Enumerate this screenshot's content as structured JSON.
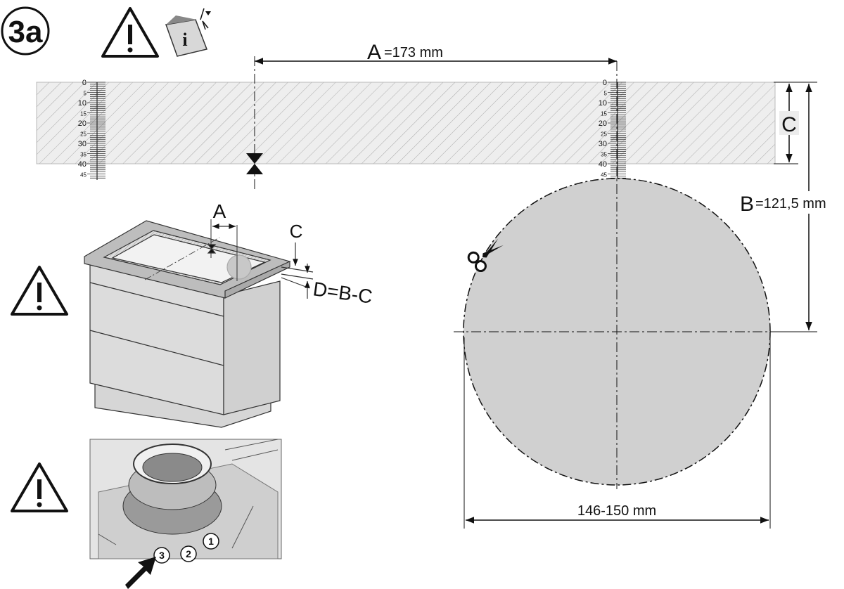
{
  "step_badge": "3a",
  "dimension_a": {
    "letter": "A",
    "value": "=173 mm"
  },
  "dimension_b": {
    "letter": "B",
    "value": "=121,5 mm"
  },
  "dimension_c": {
    "letter": "C"
  },
  "cutout_diameter": "146-150 mm",
  "cabinet": {
    "label_a": "A",
    "label_c": "C",
    "formula": "D=B-C"
  },
  "ruler_ticks": [
    "0",
    "5",
    "10",
    "15",
    "20",
    "25",
    "30",
    "35",
    "40",
    "45"
  ],
  "callouts": [
    "1",
    "2",
    "3"
  ],
  "icons": [
    "warning-icon",
    "manual-info-icon",
    "scissors-icon",
    "arrow-icon"
  ],
  "colors": {
    "circle_fill": "#d0d0d0",
    "band_fill": "#ececec",
    "cabinet_fill": "#dcdcdc"
  }
}
